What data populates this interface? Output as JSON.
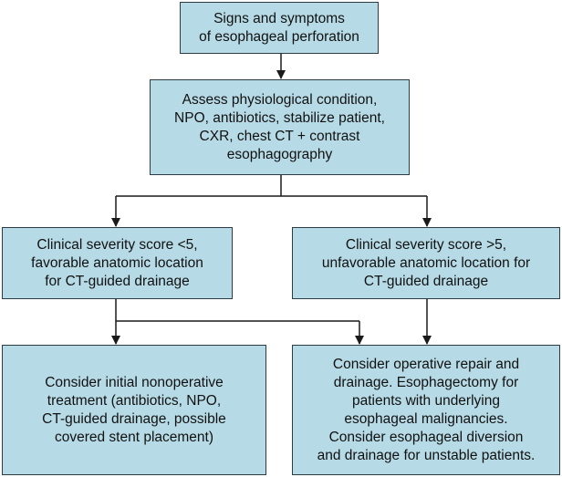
{
  "nodes": [
    {
      "id": "b1",
      "lines": [
        "Signs and symptoms",
        "of esophageal perforation"
      ]
    },
    {
      "id": "b2",
      "lines": [
        "Assess physiological condition,",
        "NPO, antibiotics, stabilize patient,",
        "CXR, chest CT + contrast",
        "esophagography"
      ]
    },
    {
      "id": "b3",
      "lines": [
        "Clinical severity score <5,",
        "favorable anatomic location",
        "for CT-guided drainage"
      ]
    },
    {
      "id": "b4",
      "lines": [
        "Clinical severity score >5,",
        "unfavorable anatomic location for",
        "CT-guided drainage"
      ]
    },
    {
      "id": "b5",
      "lines": [
        "Consider initial nonoperative",
        "treatment (antibiotics, NPO,",
        "CT-guided drainage, possible",
        "covered stent placement)"
      ]
    },
    {
      "id": "b6",
      "lines": [
        "Consider operative repair and",
        "drainage. Esophagectomy for",
        "patients with underlying",
        "esophageal malignancies.",
        "Consider esophageal diversion",
        "and drainage for unstable patients."
      ]
    }
  ],
  "edges": [
    {
      "from": "b1",
      "to": "b2"
    },
    {
      "from": "b2",
      "to": "b3"
    },
    {
      "from": "b2",
      "to": "b4"
    },
    {
      "from": "b3",
      "to": "b5"
    },
    {
      "from": "b3",
      "to": "b6"
    },
    {
      "from": "b4",
      "to": "b6"
    }
  ],
  "colors": {
    "box_fill": "#b7dbe6",
    "box_border": "#2b3c45",
    "line": "#1a1a1a"
  }
}
